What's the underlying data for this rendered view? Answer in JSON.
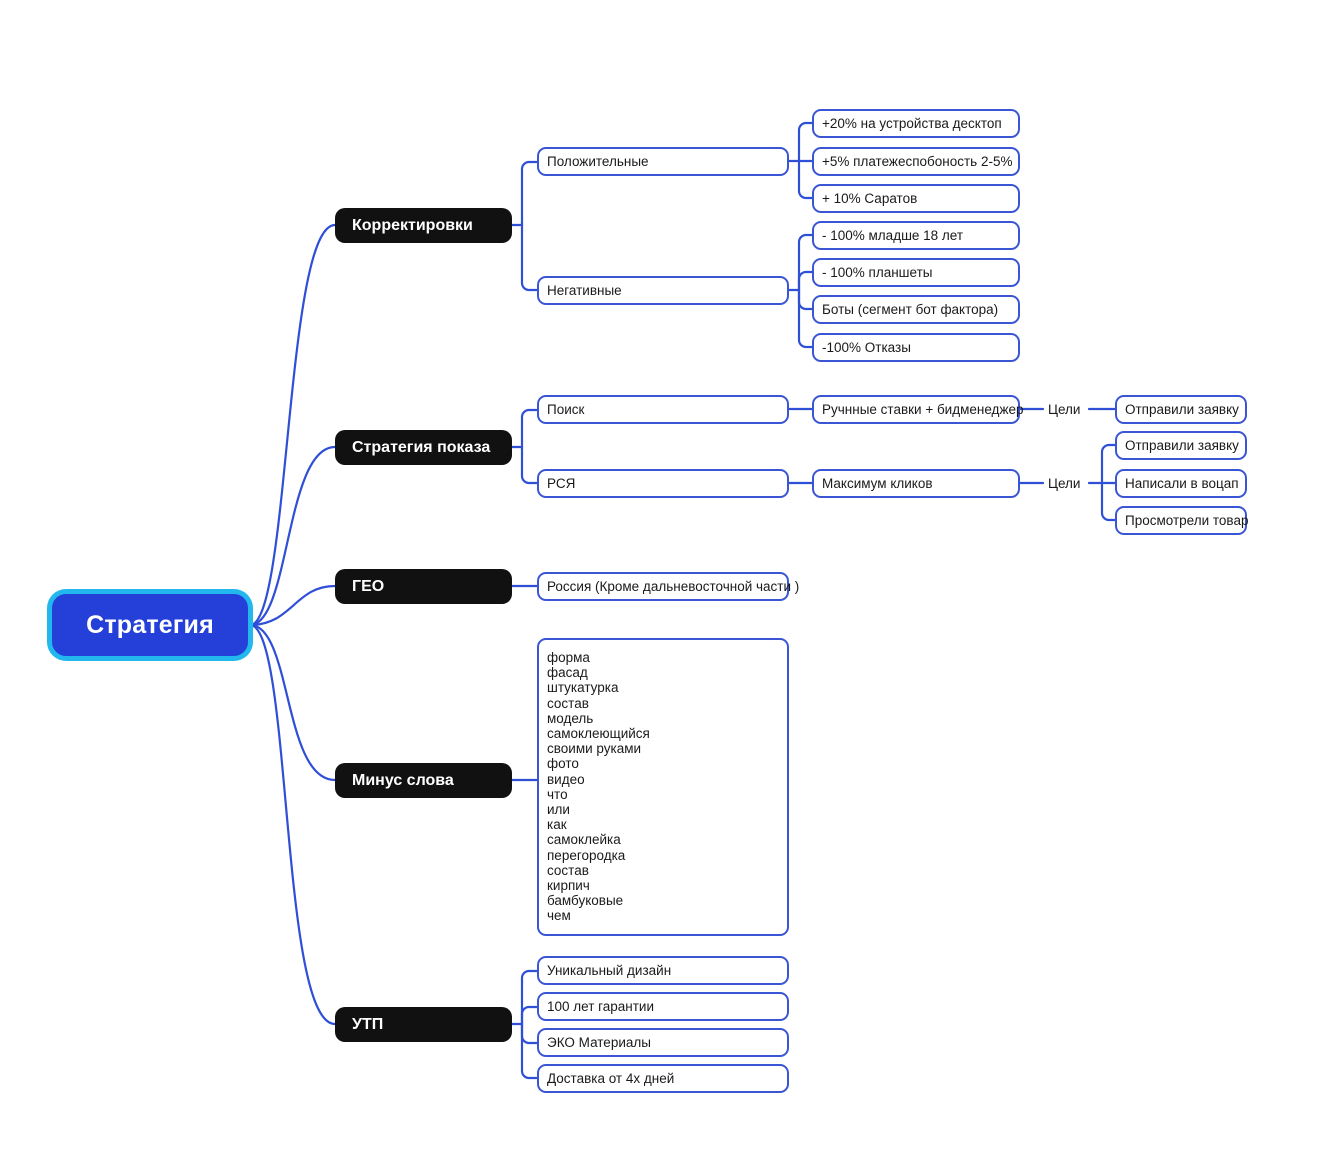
{
  "diagram": {
    "title": "Стратегия",
    "root": {
      "label": "Стратегия"
    },
    "branches": [
      {
        "label": "Корректировки",
        "children": [
          {
            "label": "Положительные",
            "children": [
              {
                "label": "+20% на устройства десктоп"
              },
              {
                "label": "+5% платежеспобоность 2-5%"
              },
              {
                "label": "+ 10% Саратов"
              }
            ]
          },
          {
            "label": "Негативные",
            "children": [
              {
                "label": "- 100% младше 18 лет"
              },
              {
                "label": "- 100% планшеты"
              },
              {
                "label": "Боты (сегмент бот фактора)"
              },
              {
                "label": "-100% Отказы"
              }
            ]
          }
        ]
      },
      {
        "label": "Стратегия показа",
        "children": [
          {
            "label": "Поиск",
            "strategy": "Ручнные ставки + бидменеджер",
            "goals_label": "Цели",
            "goals": [
              {
                "label": "Отправили заявку"
              }
            ]
          },
          {
            "label": "РСЯ",
            "strategy": "Максимум кликов",
            "goals_label": "Цели",
            "goals": [
              {
                "label": "Отправили заявку"
              },
              {
                "label": "Написали в воцап"
              },
              {
                "label": "Просмотрели товар"
              }
            ]
          }
        ]
      },
      {
        "label": "ГЕО",
        "children": [
          {
            "label": "Россия (Кроме дальневосточной части )"
          }
        ]
      },
      {
        "label": "Минус слова",
        "keywords": [
          "форма",
          "фасад",
          "штукатурка",
          "состав",
          "модель",
          "самоклеющийся",
          "своими руками",
          "фото",
          "видео",
          "что",
          "или",
          "как",
          "самоклейка",
          "перегородка",
          "состав",
          "кирпич",
          "бамбуковые",
          "чем"
        ]
      },
      {
        "label": "УТП",
        "children": [
          {
            "label": "Уникальный дизайн"
          },
          {
            "label": "100 лет гарантии"
          },
          {
            "label": "ЭКО Материалы"
          },
          {
            "label": "Доставка от 4х дней"
          }
        ]
      }
    ],
    "colors": {
      "root_fill": "#2440d8",
      "root_glow": "#22b8ee",
      "branch_fill": "#111111",
      "box_border": "#3b56d4",
      "connector": "#2f4fd6",
      "background": "#ffffff",
      "text": "#1a1a1a"
    }
  }
}
